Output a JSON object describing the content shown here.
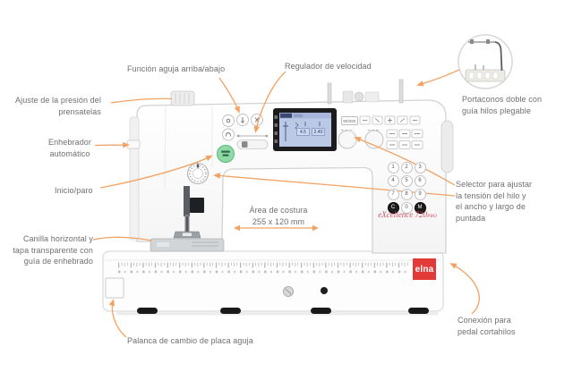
{
  "colors": {
    "leader_orange": "#F2A262",
    "label_gray": "#6E6F72",
    "elna_red": "#E23A36",
    "brand_red": "#CE4E62",
    "start_button_green": "#8FD9A4",
    "lcd_blue": "#BCC9E6"
  },
  "callouts": {
    "needle_updown": {
      "text": "Función aguja arriba/abajo"
    },
    "speed": {
      "text": "Regulador de velocidad"
    },
    "spool": {
      "line1": "Portaconos doble con",
      "line2": "guía hilos plegable"
    },
    "pressure": {
      "line1": "Ajuste de la presión del",
      "line2": "prensatelas"
    },
    "threader": {
      "line1": "Enhebrador",
      "line2": "automático"
    },
    "start_stop": {
      "text": "Inicio/paro"
    },
    "selector": {
      "line1": "Selector para ajustar",
      "line2": "la tensión del hilo y",
      "line3": "el ancho y largo de",
      "line4": "puntada"
    },
    "sewing_area": {
      "line1": "Área de costura",
      "line2": "255 x 120 mm"
    },
    "bobbin": {
      "line1": "Canilla horizontal y",
      "line2": "tapa transparente con",
      "line3": "guía de enhebrado"
    },
    "plate_lever": {
      "text": "Palanca de cambio de placa aguja"
    },
    "pedal": {
      "line1": "Conexión para",
      "line2": "pedal cortahilos"
    }
  },
  "machine": {
    "brand": "eXcellence 720",
    "brand_suffix": "PRO",
    "logo": "elna",
    "panel": {
      "mode_button": "MODE"
    },
    "keypad": [
      "1",
      "2",
      "3",
      "4",
      "5",
      "6",
      "7",
      "8",
      "9",
      "C",
      "0",
      "M"
    ],
    "lcd": {
      "stitch_width": "4.5",
      "stitch_length": "2.40"
    }
  }
}
